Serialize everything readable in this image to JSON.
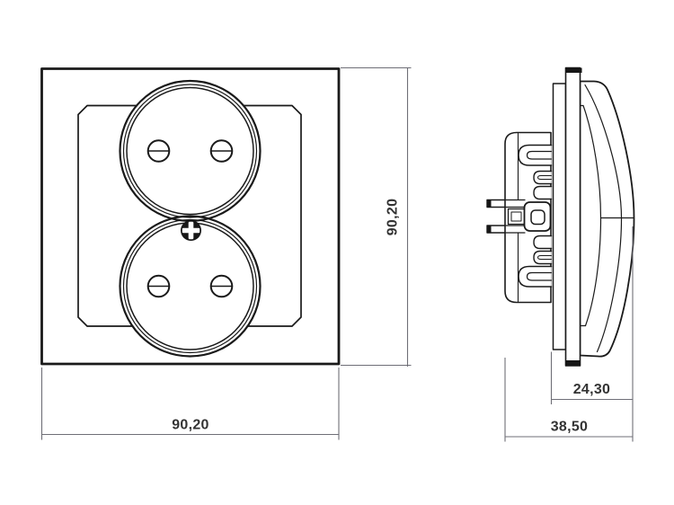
{
  "drawing": {
    "title": "double-socket-technical-drawing",
    "views": {
      "front": "front-view",
      "side": "side-view"
    },
    "dimensions": {
      "front_width": "90,20",
      "front_height": "90,20",
      "side_front_depth": "24,30",
      "side_total_depth": "38,50"
    },
    "colors": {
      "outline": "#1a1a1a",
      "dimension_line": "#6f6f77",
      "dimension_text": "#333333",
      "background": "#ffffff"
    }
  }
}
